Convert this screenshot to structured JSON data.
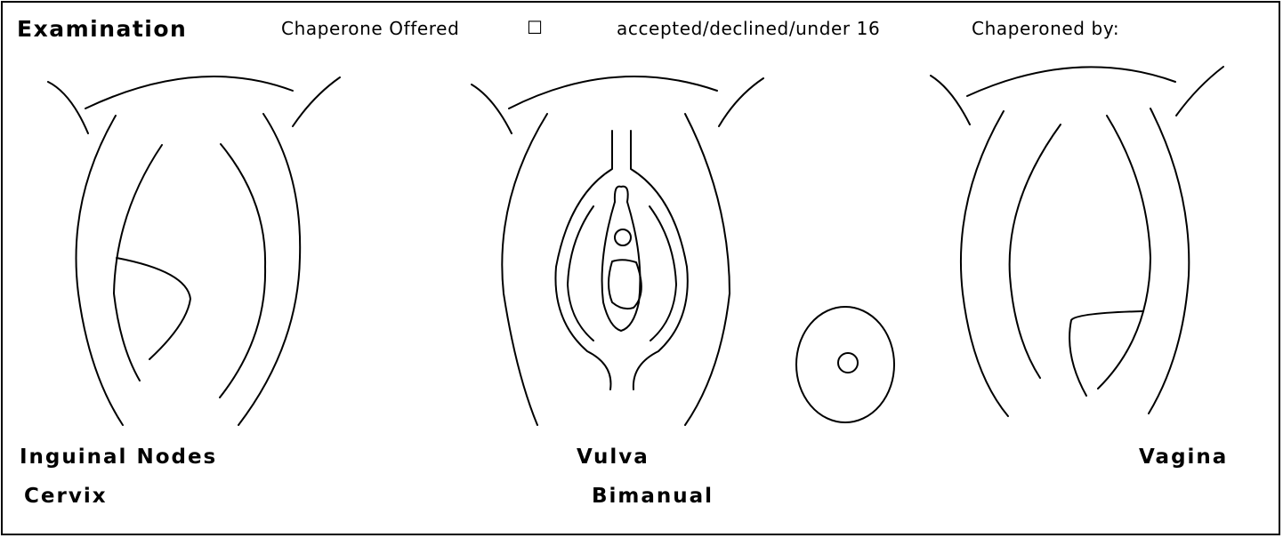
{
  "header": {
    "title": "Examination",
    "chaperone_offered_label": "Chaperone Offered",
    "checkbox_glyph": "☐",
    "status_options": "accepted/declined/under 16",
    "chaperoned_by_label": "Chaperoned by:"
  },
  "diagram_labels": {
    "inguinal_nodes": "Inguinal Nodes",
    "cervix": "Cervix",
    "vulva": "Vulva",
    "bimanual": "Bimanual",
    "vagina": "Vagina"
  }
}
